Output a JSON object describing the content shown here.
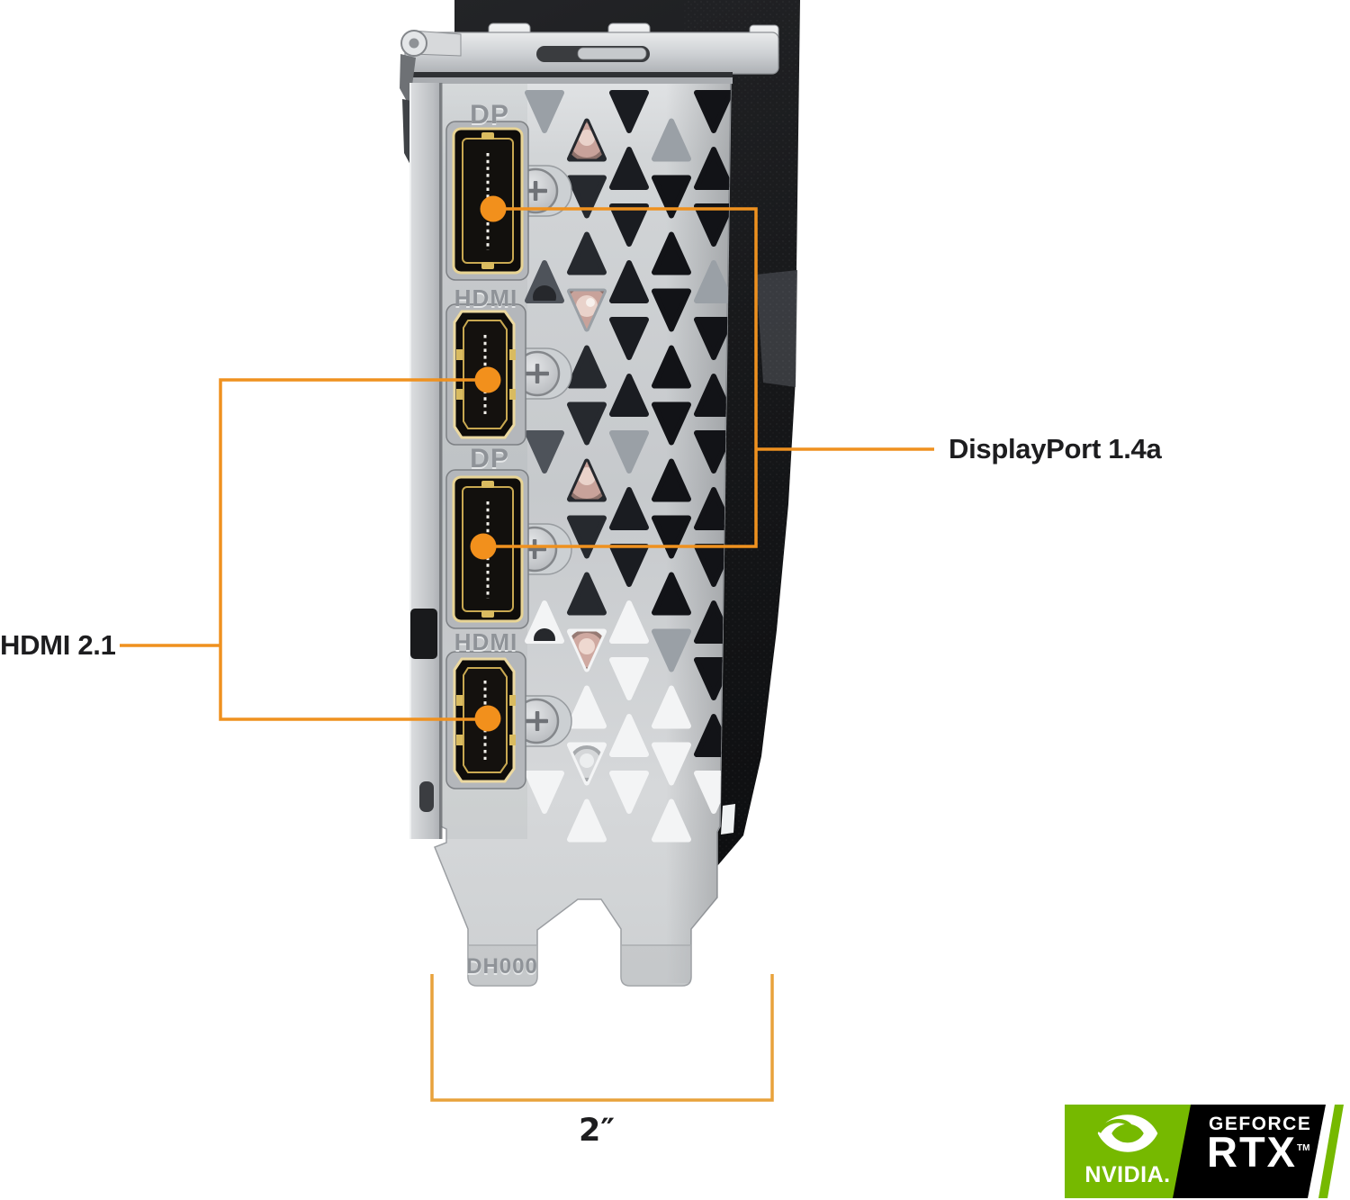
{
  "scene": {
    "background": "#ffffff"
  },
  "callouts": {
    "displayport": {
      "label": "DisplayPort 1.4a"
    },
    "hdmi": {
      "label": "HDMI 2.1"
    },
    "width": {
      "label": "2″"
    }
  },
  "bracket": {
    "ports": [
      {
        "type": "displayport",
        "stamp": "DP"
      },
      {
        "type": "hdmi",
        "stamp": "HDMI"
      },
      {
        "type": "displayport",
        "stamp": "DP"
      },
      {
        "type": "hdmi",
        "stamp": "HDMI"
      }
    ],
    "serial_stamp": "DH000"
  },
  "badge": {
    "brand": "NVIDIA.",
    "product_line": "GEFORCE",
    "product": "RTX",
    "trademark": "TM",
    "green": "#76B900",
    "black": "#000000"
  },
  "colors": {
    "callout_orange": "#EF911F",
    "measure_orange": "#E8A23B",
    "label_text": "#1D1D1F"
  }
}
